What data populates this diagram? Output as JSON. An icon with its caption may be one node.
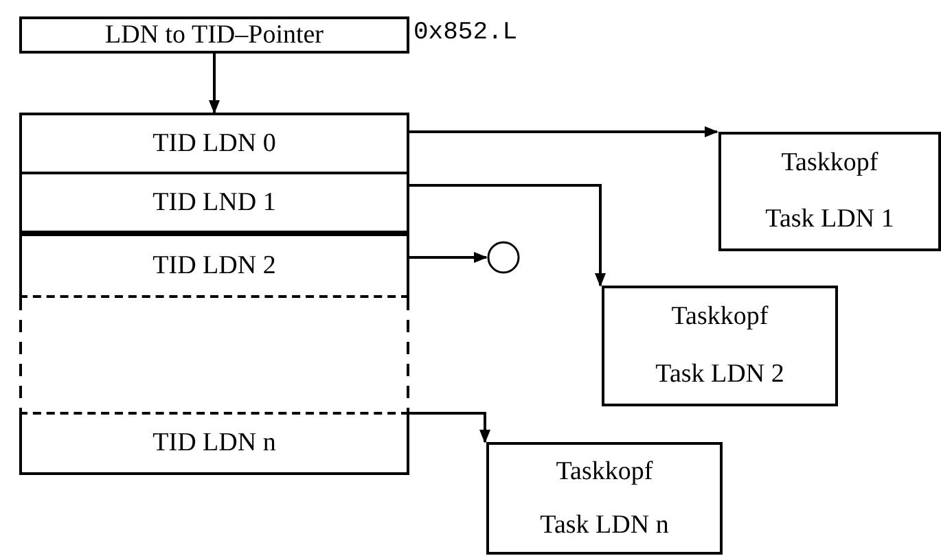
{
  "diagram": {
    "nodes": [
      {
        "text": [
          "LDN to TID–Pointer"
        ],
        "beside": [
          "0x852.L"
        ]
      },
      {
        "text": [
          "TID LDN 0"
        ]
      },
      {
        "text": [
          "TID LND 1"
        ]
      },
      {
        "text": [
          "TID LDN 2"
        ]
      },
      {
        "text": [
          "TID LDN n"
        ]
      },
      {
        "text": [],
        "shape": "circle"
      },
      {
        "text": [
          "Taskkopf",
          "Task LDN 1"
        ]
      },
      {
        "text": [
          "Taskkopf",
          "Task LDN 2"
        ]
      },
      {
        "text": [
          "Taskkopf",
          "Task LDN n"
        ]
      }
    ],
    "edges": [
      {
        "from": 0,
        "to": 1,
        "arrow": "to"
      },
      {
        "from": 1,
        "to": 6,
        "arrow": "to"
      },
      {
        "from": 2,
        "to": 7,
        "arrow": "to"
      },
      {
        "from": 3,
        "to": 5,
        "arrow": "to"
      },
      {
        "from": 4,
        "to": 8,
        "arrow": "to"
      }
    ]
  }
}
